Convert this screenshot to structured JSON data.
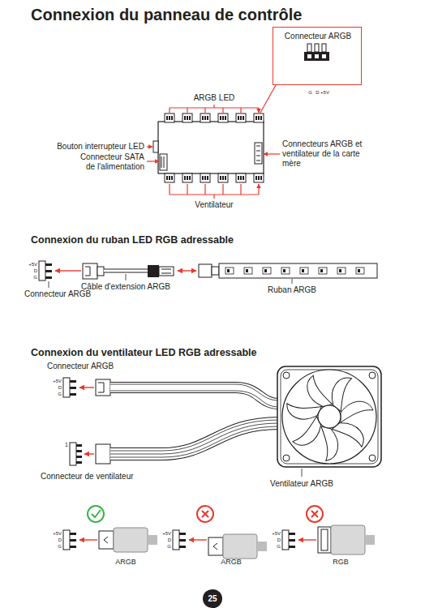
{
  "diagram": {
    "title": "Connexion du panneau de contrôle",
    "nodes": [
      {
        "text": [
          "Connecteur ARGB",
          "G",
          "D",
          "+5V"
        ]
      },
      {
        "text": [
          "25"
        ]
      }
    ],
    "labels": [
      "ARGB LED",
      "Bouton interrupteur LED",
      "Connecteur SATA de l'alimentation",
      "Connecteurs ARGB et ventilateur de la carte mère",
      "Ventilateur",
      "Connexion du ruban LED RGB adressable",
      "+5V",
      "D",
      "G",
      "Câble d'extension ARGB",
      "Ruban ARGB",
      "Connecteur ARGB",
      "Connexion du ventilateur LED RGB adressable",
      "Connecteur ARGB",
      "+5V",
      "D",
      "G",
      "1",
      "Connecteur de ventilateur",
      "Ventilateur ARGB",
      "+5V",
      "D",
      "G",
      "ARGB",
      "+5V",
      "D",
      "G",
      "ARGB",
      "+5V",
      "D",
      "G",
      "RGB"
    ]
  }
}
